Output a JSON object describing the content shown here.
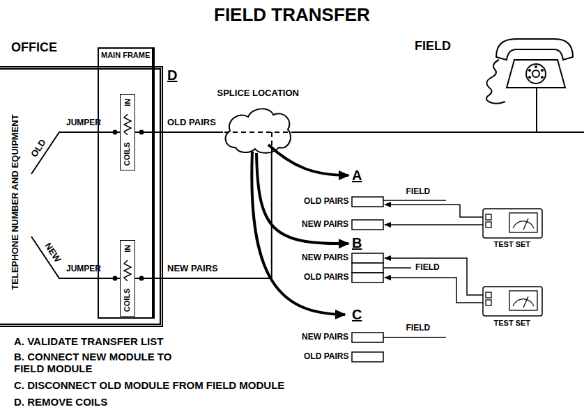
{
  "diagram": {
    "title": "FIELD TRANSFER",
    "nodes": [
      {
        "text": [
          "OFFICE"
        ]
      },
      {
        "text": [
          "MAIN FRAME"
        ],
        "in": 0
      },
      {
        "text": [
          "COILS",
          "IN"
        ],
        "in": 1
      },
      {
        "text": [
          "COILS",
          "IN"
        ],
        "in": 1
      },
      {
        "text": [
          "SPLICE LOCATION"
        ]
      }
    ],
    "edges": [
      {
        "from": 2,
        "to": 4,
        "arrow": "none",
        "label": "OLD PAIRS"
      },
      {
        "from": 3,
        "to": 4,
        "arrow": "none",
        "label": "NEW PAIRS"
      }
    ],
    "labels": [
      "FIELD",
      "D",
      "TELEPHONE NUMBER AND EQUIPMENT",
      "OLD",
      "JUMPER",
      "NEW",
      "JUMPER",
      "A",
      "OLD PAIRS",
      "FIELD",
      "NEW PAIRS",
      "TEST SET",
      "B",
      "NEW PAIRS",
      "FIELD",
      "OLD PAIRS",
      "TEST SET",
      "C",
      "NEW PAIRS",
      "FIELD",
      "OLD PAIRS",
      "A. VALIDATE TRANSFER LIST",
      "B. CONNECT NEW MODULE TO FIELD MODULE",
      "C. DISCONNECT OLD MODULE FROM FIELD MODULE",
      "D. REMOVE COILS"
    ]
  }
}
